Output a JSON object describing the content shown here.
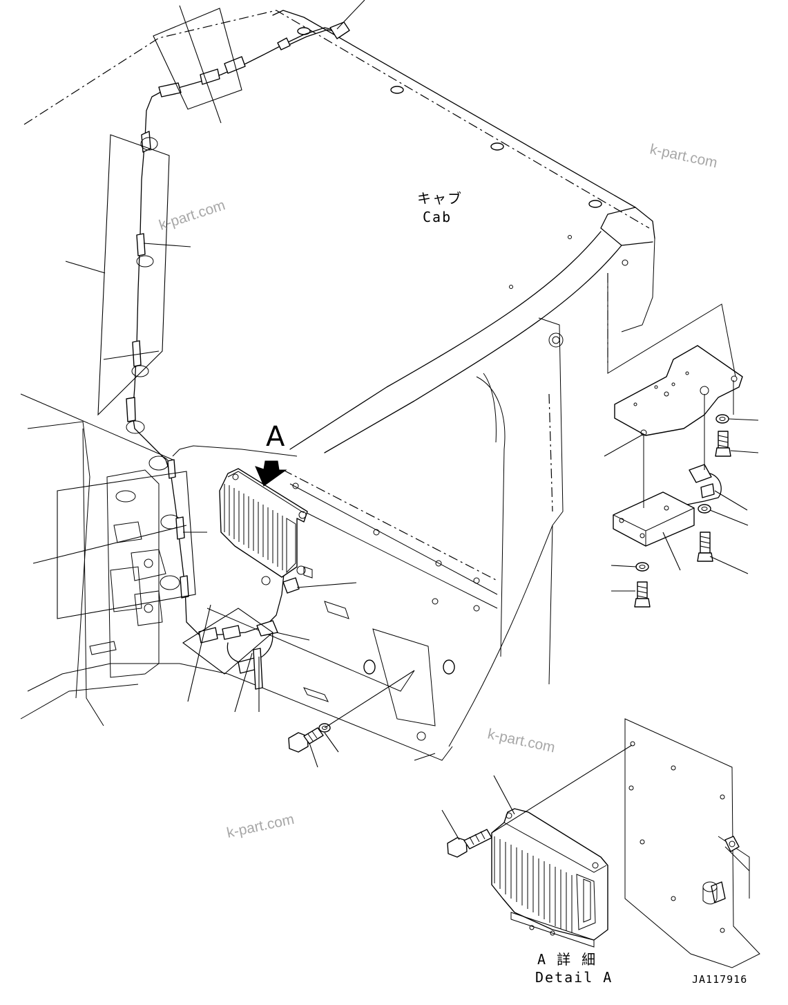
{
  "diagram": {
    "cab_label_jp": "キャブ",
    "cab_label_en": "Cab",
    "view_marker": "A",
    "detail_label_jp": "A 詳 細",
    "detail_label_en": "Detail A",
    "drawing_code": "JA117916",
    "watermarks": [
      "k-part.com",
      "k-part.com",
      "k-part.com",
      "k-part.com"
    ]
  }
}
